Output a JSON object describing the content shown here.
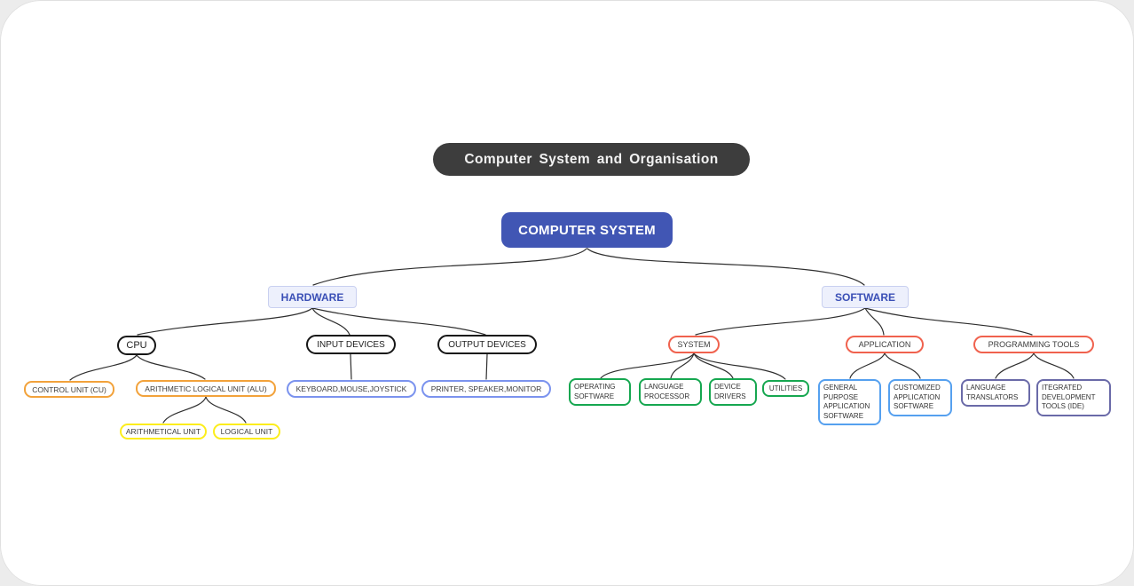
{
  "title": "Computer System and Organisation",
  "colors": {
    "title_bg": "#3d3d3d",
    "title_text": "#f2f2f2",
    "root_bg": "#4156b4",
    "level1_bg": "#edf0fc",
    "level1_border": "#c9d0f0",
    "level1_text": "#3a4fb6",
    "black_border": "#161616",
    "coral": "#f0624e",
    "orange": "#f2a23b",
    "yellow": "#fced1b",
    "periwinkle": "#7b93ee",
    "green": "#16a750",
    "lightblue": "#55a0ef",
    "indigo": "#6a6aa8"
  },
  "tree": {
    "label": "COMPUTER SYSTEM",
    "children": [
      {
        "label": "HARDWARE",
        "children": [
          {
            "label": "CPU",
            "children": [
              {
                "label": "CONTROL UNIT (CU)"
              },
              {
                "label": "ARITHMETIC LOGICAL UNIT (ALU)",
                "children": [
                  {
                    "label": "ARITHMETICAL UNIT"
                  },
                  {
                    "label": "LOGICAL UNIT"
                  }
                ]
              }
            ]
          },
          {
            "label": "INPUT DEVICES",
            "children": [
              {
                "label": "KEYBOARD,MOUSE,JOYSTICK"
              }
            ]
          },
          {
            "label": "OUTPUT DEVICES",
            "children": [
              {
                "label": "PRINTER, SPEAKER,MONITOR"
              }
            ]
          }
        ]
      },
      {
        "label": "SOFTWARE",
        "children": [
          {
            "label": "SYSTEM",
            "children": [
              {
                "label": "OPERATING SOFTWARE"
              },
              {
                "label": "LANGUAGE PROCESSOR"
              },
              {
                "label": "DEVICE DRIVERS"
              },
              {
                "label": "UTILITIES"
              }
            ]
          },
          {
            "label": "APPLICATION",
            "children": [
              {
                "label": "GENERAL PURPOSE APPLICATION SOFTWARE"
              },
              {
                "label": "CUSTOMIZED APPLICATION SOFTWARE"
              }
            ]
          },
          {
            "label": "PROGRAMMING TOOLS",
            "children": [
              {
                "label": "LANGUAGE TRANSLATORS"
              },
              {
                "label": "ITEGRATED DEVELOPMENT TOOLS (IDE)"
              }
            ]
          }
        ]
      }
    ]
  }
}
